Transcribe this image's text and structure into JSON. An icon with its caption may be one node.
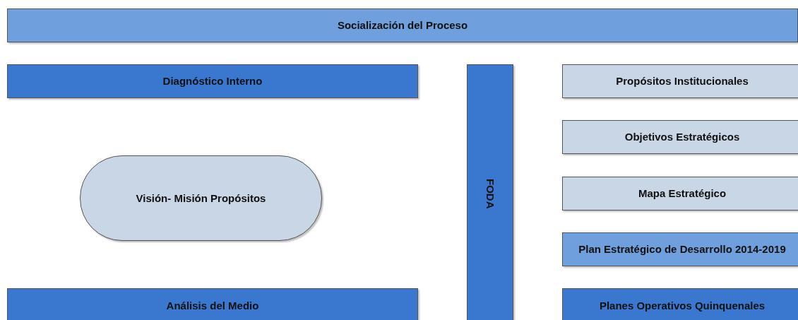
{
  "diagram": {
    "nodes": [
      {
        "text": [
          "Socialización del Proceso"
        ]
      },
      {
        "text": [
          "Diagnóstico Interno"
        ]
      },
      {
        "text": [
          "Visión- Misión Propósitos"
        ]
      },
      {
        "text": [
          "Análisis del Medio"
        ]
      },
      {
        "text": [
          "FODA"
        ]
      },
      {
        "text": [
          "Propósitos Institucionales"
        ]
      },
      {
        "text": [
          "Objetivos Estratégicos"
        ]
      },
      {
        "text": [
          "Mapa Estratégico"
        ]
      },
      {
        "text": [
          "Plan Estratégico de Desarrollo 2014-2019"
        ]
      },
      {
        "text": [
          "Planes Operativos Quinquenales"
        ]
      }
    ]
  }
}
